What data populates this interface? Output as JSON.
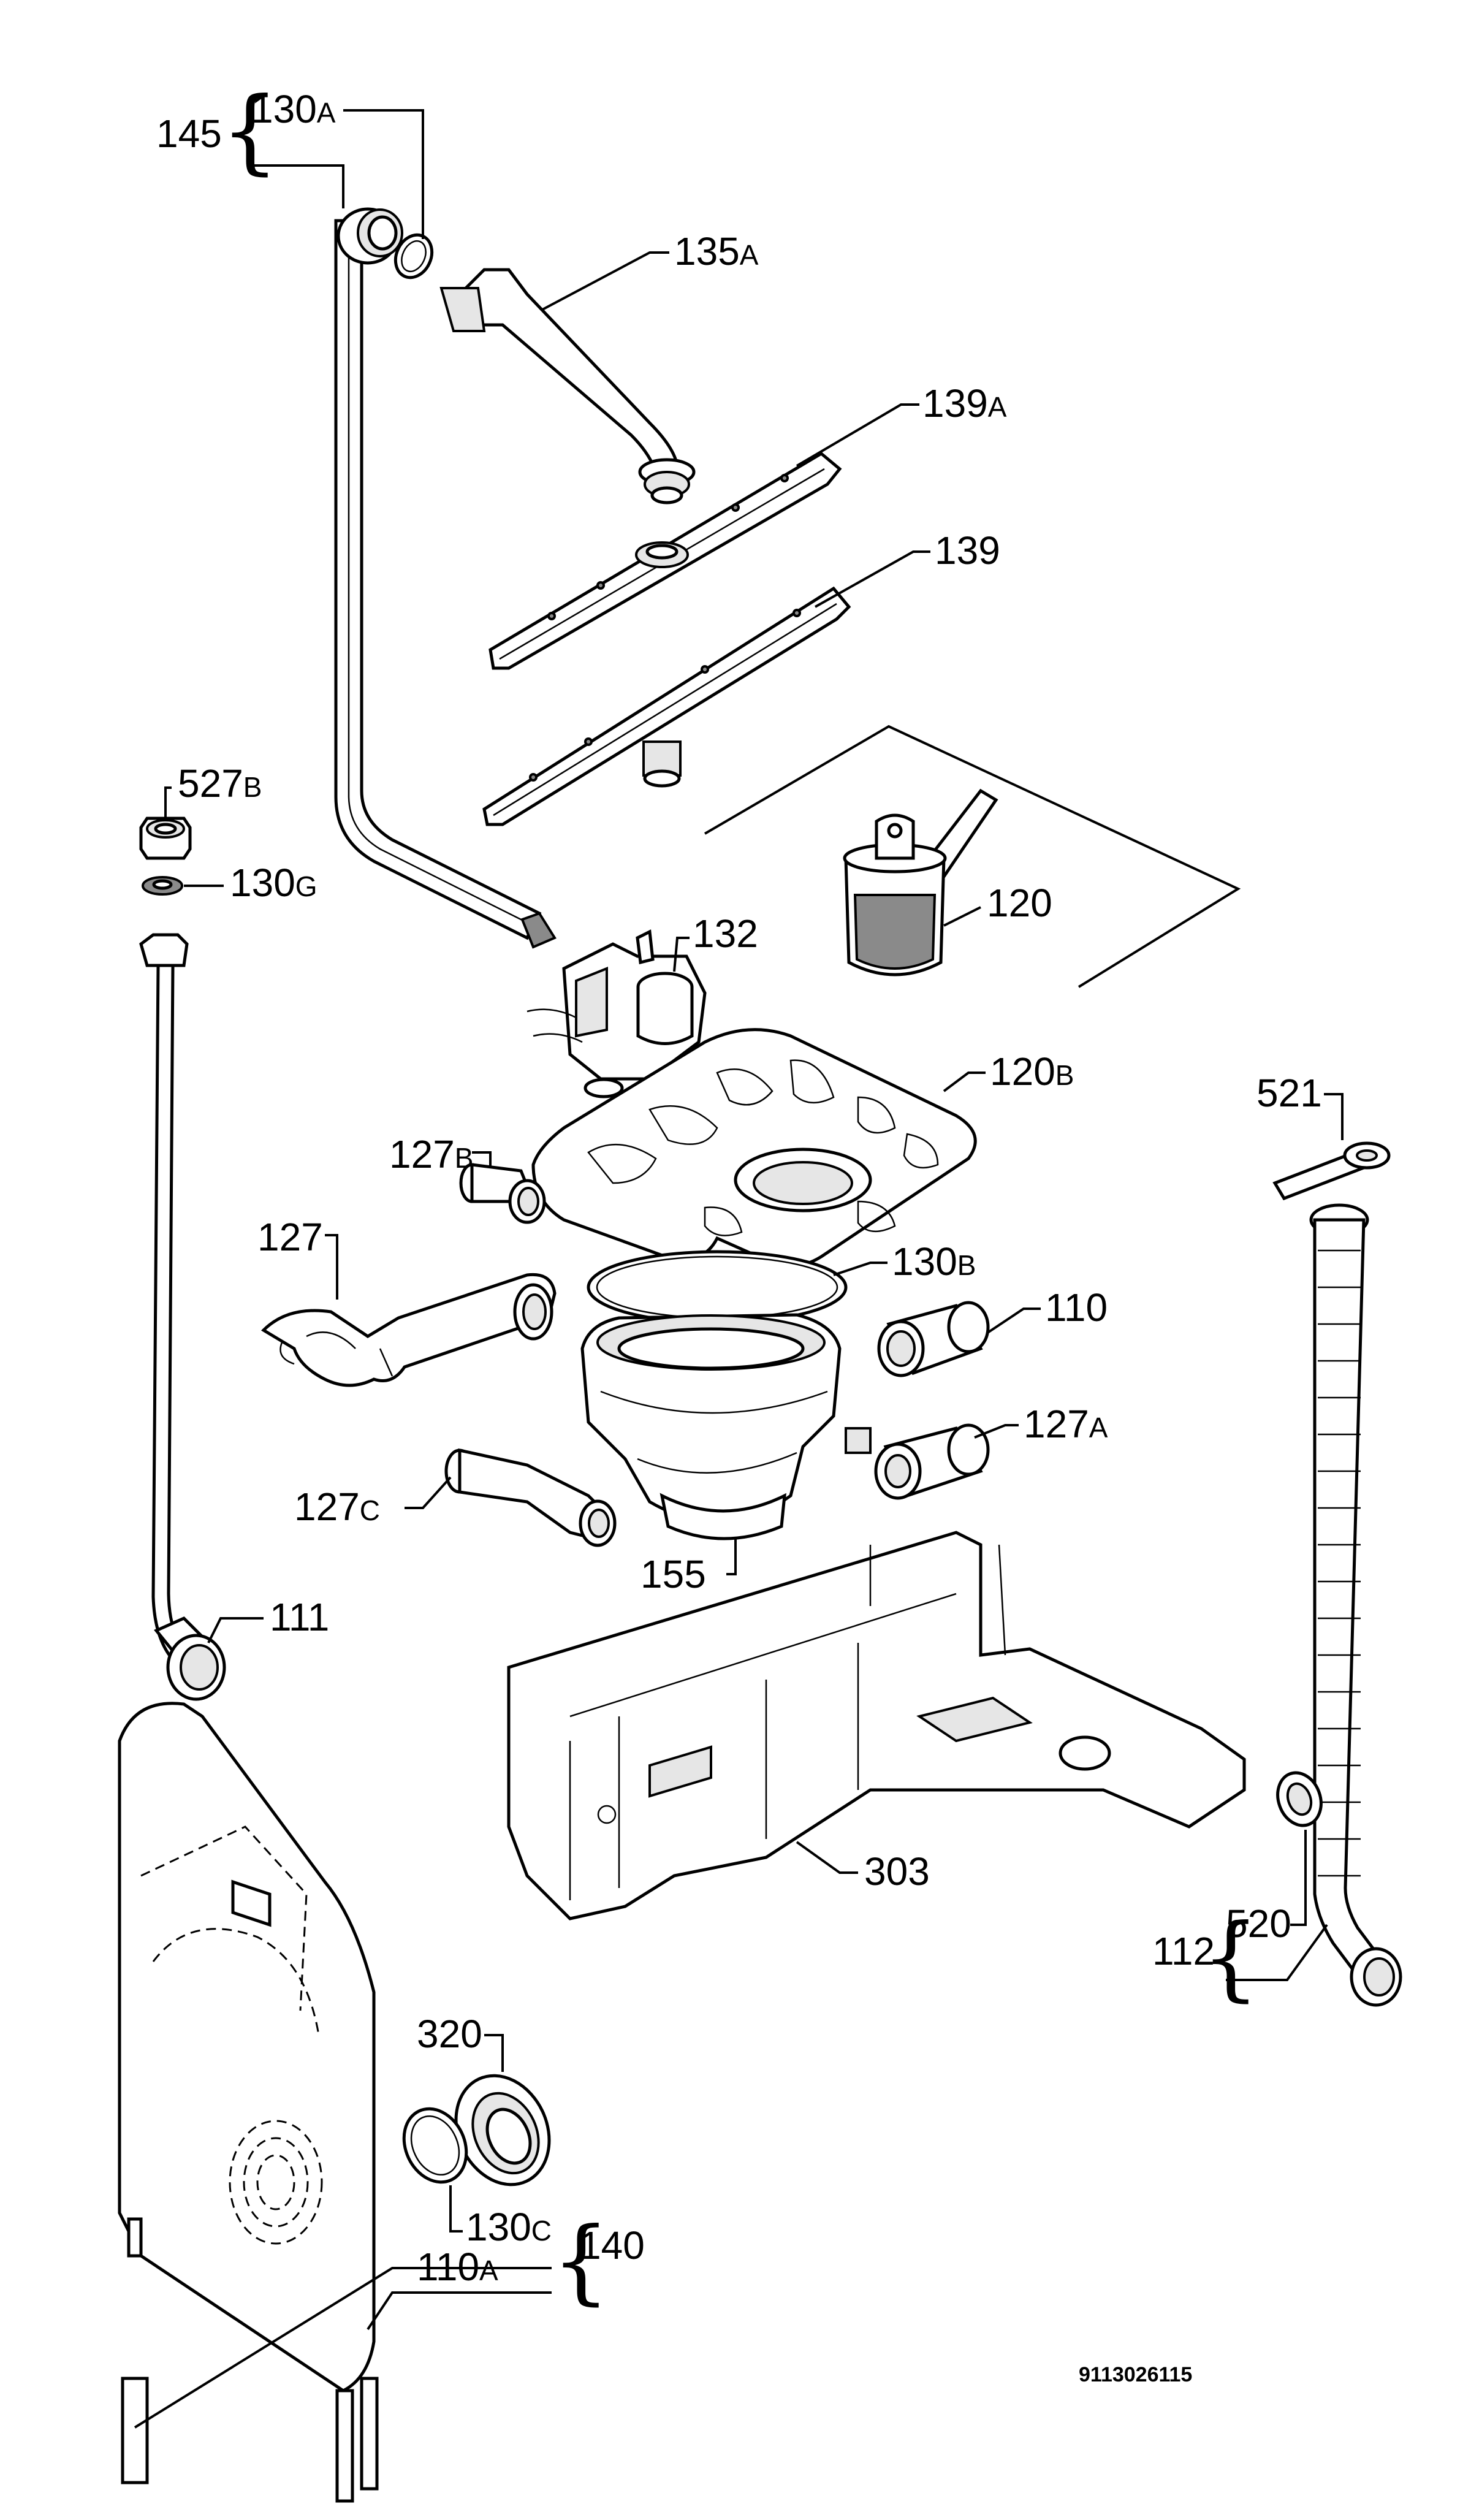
{
  "labels": {
    "l145": "145",
    "l130A": "130",
    "l130A_s": "A",
    "l135A": "135",
    "l135A_s": "A",
    "l139A": "139",
    "l139A_s": "A",
    "l139": "139",
    "l527B": "527",
    "l527B_s": "B",
    "l130G": "130",
    "l130G_s": "G",
    "l120": "120",
    "l132": "132",
    "l120B": "120",
    "l120B_s": "B",
    "l521": "521",
    "l127B": "127",
    "l127B_s": "B",
    "l127": "127",
    "l130B": "130",
    "l130B_s": "B",
    "l110": "110",
    "l127A": "127",
    "l127A_s": "A",
    "l127C": "127",
    "l127C_s": "C",
    "l155": "155",
    "l111": "111",
    "l303": "303",
    "l112": "112",
    "l520": "520",
    "l320": "320",
    "l130C": "130",
    "l130C_s": "C",
    "l110A": "110",
    "l110A_s": "A",
    "l140": "140"
  },
  "diagram_code": "9113026115"
}
